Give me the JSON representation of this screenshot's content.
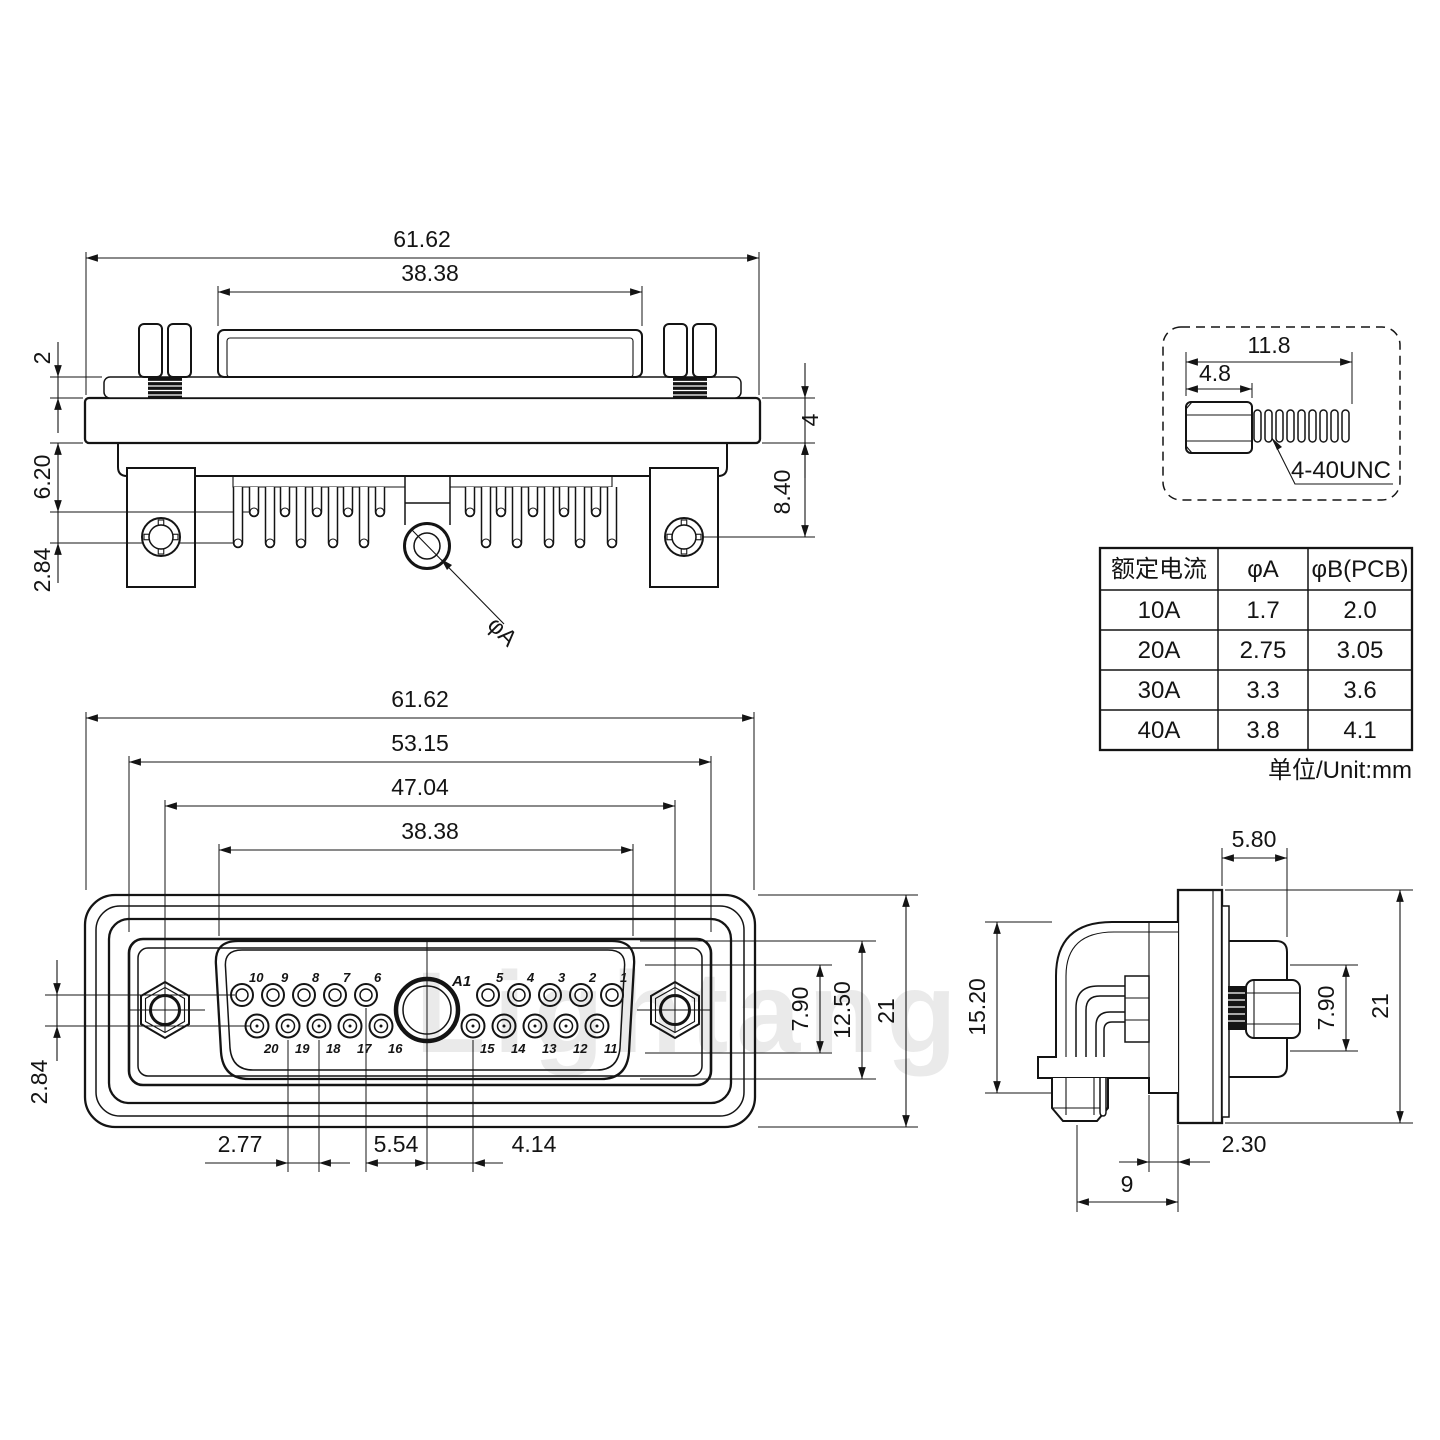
{
  "meta": {
    "unit_label": "单位/Unit:mm",
    "watermark": "Lightang"
  },
  "screw_detail": {
    "dim_length": "11.8",
    "dim_head": "4.8",
    "thread_label": "4-40UNC"
  },
  "table": {
    "headers": [
      "额定电流",
      "φA",
      "φB(PCB)"
    ],
    "rows": [
      [
        "10A",
        "1.7",
        "2.0"
      ],
      [
        "20A",
        "2.75",
        "3.05"
      ],
      [
        "30A",
        "3.3",
        "3.6"
      ],
      [
        "40A",
        "3.8",
        "4.1"
      ]
    ]
  },
  "top_view": {
    "hole_label": "φA",
    "dims": {
      "width": "61.62",
      "shroud": "38.38",
      "gasket": "2",
      "flange": "4",
      "body": "6.20",
      "tail": "2.84",
      "below": "8.40"
    }
  },
  "face_view": {
    "center_pin": "A1",
    "pins_top": [
      "10",
      "9",
      "8",
      "7",
      "6",
      "5",
      "4",
      "3",
      "2",
      "1"
    ],
    "pins_bottom": [
      "20",
      "19",
      "18",
      "17",
      "16",
      "15",
      "14",
      "13",
      "12",
      "11"
    ],
    "dims": {
      "width": "61.62",
      "panel": "53.15",
      "mount": "47.04",
      "shroud": "38.38",
      "opening": "7.90",
      "shell": "12.50",
      "height": "21",
      "row": "2.84",
      "pitch": "2.77",
      "left_gap": "5.54",
      "right_gap": "4.14"
    }
  },
  "side_view": {
    "dims": {
      "front": "5.80",
      "body": "15.20",
      "head": "7.90",
      "height": "21",
      "gap": "2.30",
      "depth": "9"
    }
  }
}
